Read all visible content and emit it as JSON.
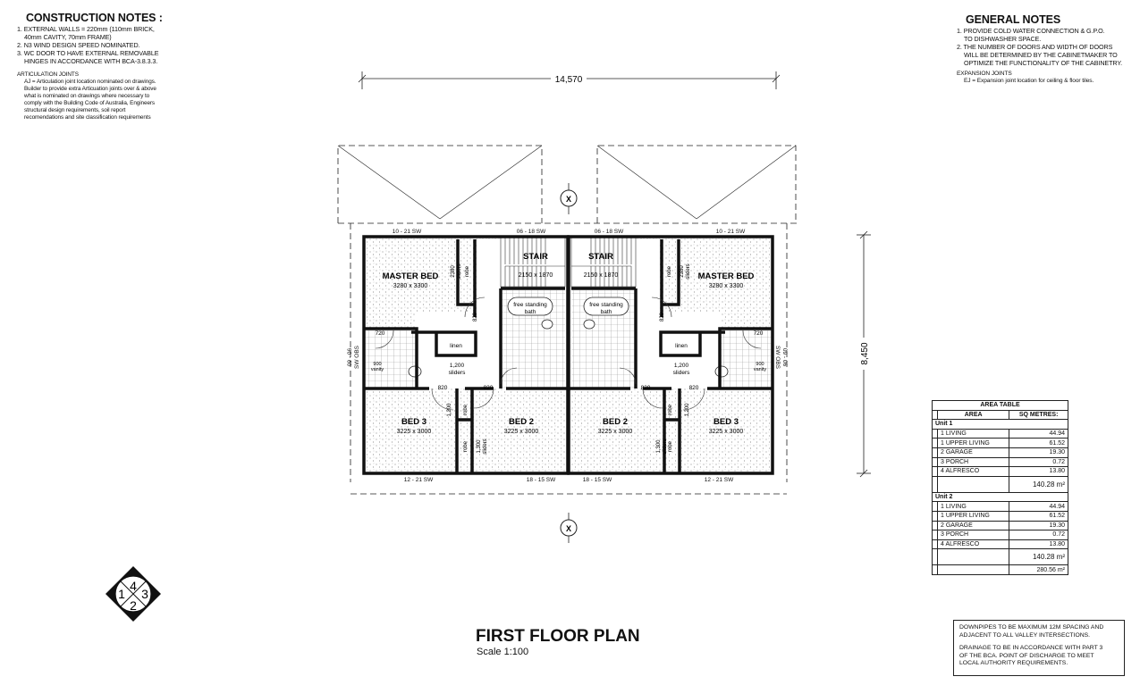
{
  "construction_notes": {
    "title": "CONSTRUCTION NOTES :",
    "items": [
      "1. EXTERNAL WALLS = 220mm (110mm BRICK,",
      "40mm CAVITY, 70mm FRAME)",
      "2. N3 WIND DESIGN SPEED NOMINATED.",
      "3. WC DOOR TO HAVE EXTERNAL REMOVABLE",
      "HINGES IN ACCORDANCE WITH BCA-3.8.3.3."
    ],
    "articulation_title": "ARTICULATION JOINTS",
    "articulation_lines": [
      "AJ = Articulation joint location nominated on drawings.",
      "Builder to provide extra Articuation joints over & above",
      "what is nominated on drawings where necessary to",
      "comply with the Building Code of Australia, Engineers",
      "structural design requirements, soil report",
      "recomendations and site classification requirements"
    ]
  },
  "general_notes": {
    "title": "GENERAL NOTES",
    "items": [
      "1. PROVIDE COLD WATER CONNECTION & G.P.O.",
      "TO DISHWASHER SPACE.",
      "2. THE NUMBER OF DOORS AND WIDTH OF DOORS",
      "WILL BE DETERMINED BY THE CABINETMAKER TO",
      "OPTIMIZE THE FUNCTIONALITY OF THE CABINETRY."
    ],
    "expansion_title": "EXPANSION JOINTS",
    "expansion_line": "EJ = Expansion joint location for ceiling & floor tiles."
  },
  "plan": {
    "overall_width": "14,570",
    "overall_depth": "8,450",
    "section_marker": "X",
    "windows": {
      "master": "10 - 21 SW",
      "stair": "06 - 18 SW",
      "bed3": "12 - 21 SW",
      "bed2": "18 - 15 SW",
      "side": "09 - 06",
      "side_type": "SW OBS"
    },
    "rooms": {
      "master_bed": "MASTER BED",
      "master_dim": "3280 x 3300",
      "stair": "STAIR",
      "stair_dim": "2150 x 1870",
      "bed2": "BED 2",
      "bed2_dim": "3225 x 3000",
      "bed3": "BED 3",
      "bed3_dim": "3225 x 3000",
      "linen": "linen",
      "robe": "robe",
      "bath_line1": "free standing",
      "bath_line2": "bath",
      "vanity_size": "900",
      "vanity": "vanity",
      "sliders": "sliders",
      "master_robe_width": "2380",
      "hall_slider_width": "1,200",
      "bed2_robe_width": "1,300",
      "bed3_robe_width": "1,200",
      "door_820": "820",
      "door_720": "720"
    }
  },
  "compass": {
    "n1": "1",
    "n2": "2",
    "n3": "3",
    "n4": "4"
  },
  "area_table": {
    "title": "AREA TABLE",
    "col_area": "AREA",
    "col_sqm": "SQ METRES:",
    "units": [
      {
        "name": "Unit 1",
        "rows": [
          {
            "area": "1 LIVING",
            "sqm": "44.94"
          },
          {
            "area": "1 UPPER LIVING",
            "sqm": "61.52"
          },
          {
            "area": "2 GARAGE",
            "sqm": "19.30"
          },
          {
            "area": "3 PORCH",
            "sqm": "0.72"
          },
          {
            "area": "4 ALFRESCO",
            "sqm": "13.80"
          }
        ],
        "total": "140.28 m²"
      },
      {
        "name": "Unit 2",
        "rows": [
          {
            "area": "1 LIVING",
            "sqm": "44.94"
          },
          {
            "area": "1 UPPER LIVING",
            "sqm": "61.52"
          },
          {
            "area": "2 GARAGE",
            "sqm": "19.30"
          },
          {
            "area": "3 PORCH",
            "sqm": "0.72"
          },
          {
            "area": "4 ALFRESCO",
            "sqm": "13.80"
          }
        ],
        "total": "140.28 m²"
      }
    ],
    "grand_total": "280.56 m²"
  },
  "downpipe_notes": {
    "p1_l1": "DOWNPIPES TO BE MAXIMUM 12M SPACING AND",
    "p1_l2": "ADJACENT TO ALL VALLEY INTERSECTIONS.",
    "p2_l1": "DRAINAGE TO BE IN ACCORDANCE WITH PART 3",
    "p2_l2": "OF THE BCA. POINT OF DISCHARGE TO MEET",
    "p2_l3": "LOCAL AUTHORITY REQUIREMENTS."
  },
  "drawing_title": "FIRST FLOOR PLAN",
  "drawing_scale": "Scale 1:100"
}
